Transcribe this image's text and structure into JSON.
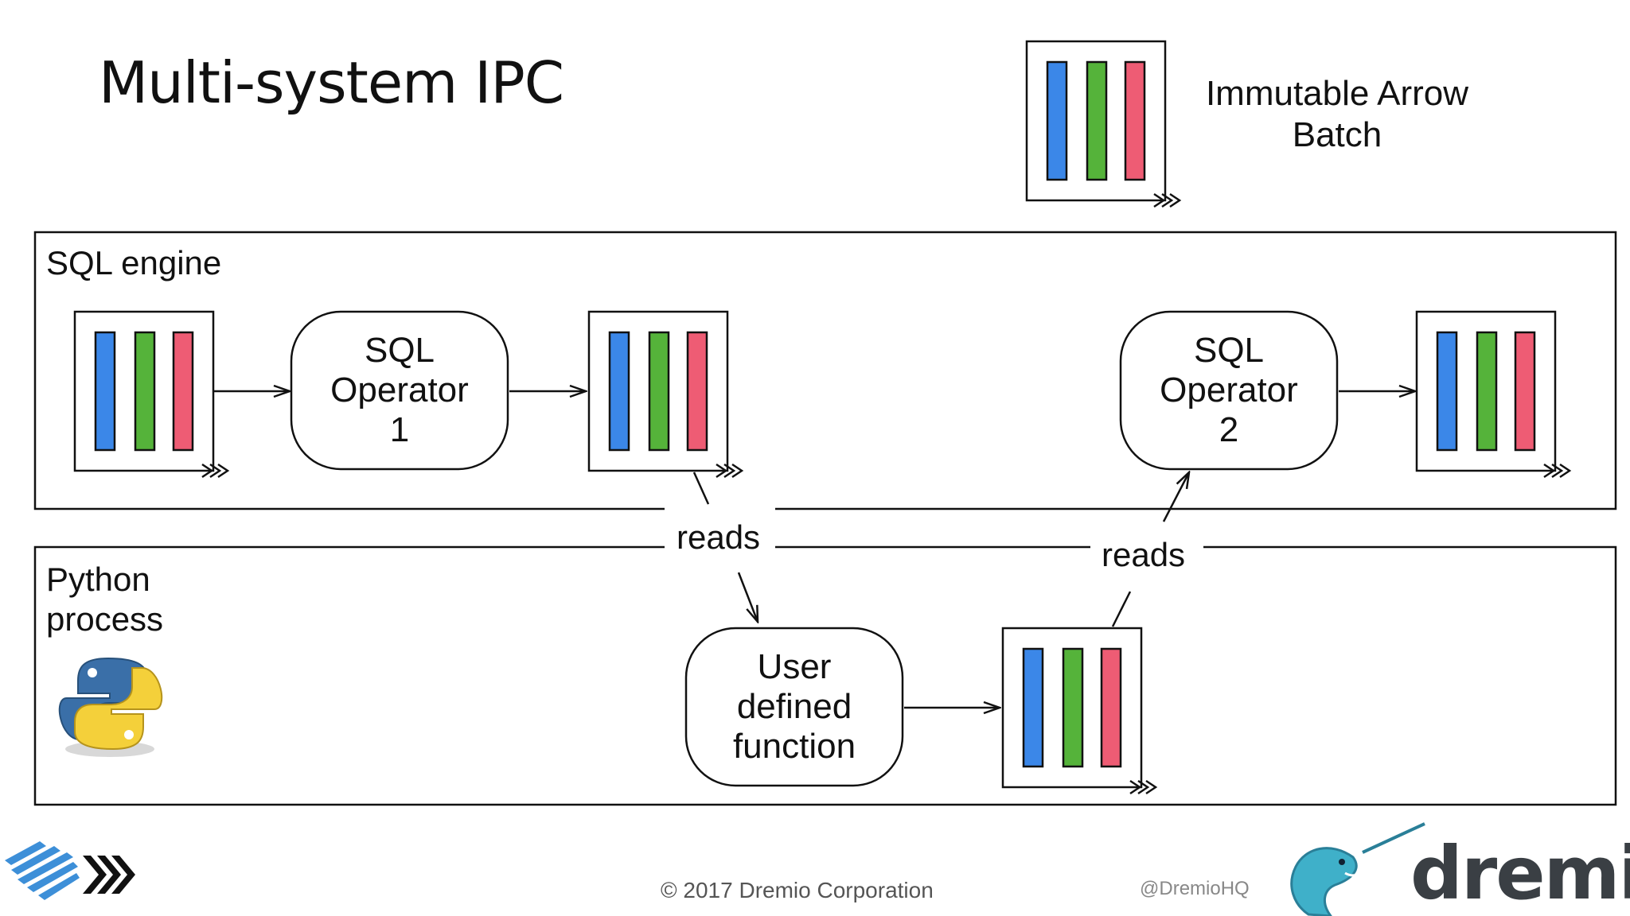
{
  "title": "Multi-system IPC",
  "legend": {
    "label_line1": "Immutable Arrow",
    "label_line2": "Batch"
  },
  "regions": {
    "sql_engine": {
      "label": "SQL engine"
    },
    "python_process": {
      "label_line1": "Python",
      "label_line2": "process"
    }
  },
  "operators": {
    "op1": {
      "line1": "SQL",
      "line2": "Operator",
      "line3": "1"
    },
    "op2": {
      "line1": "SQL",
      "line2": "Operator",
      "line3": "2"
    },
    "udf": {
      "line1": "User",
      "line2": "defined",
      "line3": "function"
    }
  },
  "edge_labels": {
    "reads_1": "reads",
    "reads_2": "reads"
  },
  "footer": {
    "copyright": "© 2017 Dremio Corporation",
    "handle": "@DremioHQ",
    "brand": "dremio"
  },
  "colors": {
    "column_blue": "#3b87e8",
    "column_green": "#55b33a",
    "column_red": "#ee5c74",
    "python_blue": "#3a6fa8",
    "python_yellow": "#f4d03a",
    "dremio_teal": "#3fb0c9",
    "stripe_blue": "#3d8fd8"
  },
  "icons": {
    "batch": "arrow-batch-icon",
    "python": "python-logo-icon",
    "forward": "triple-chevron-icon",
    "dremio": "narwhal-icon"
  }
}
